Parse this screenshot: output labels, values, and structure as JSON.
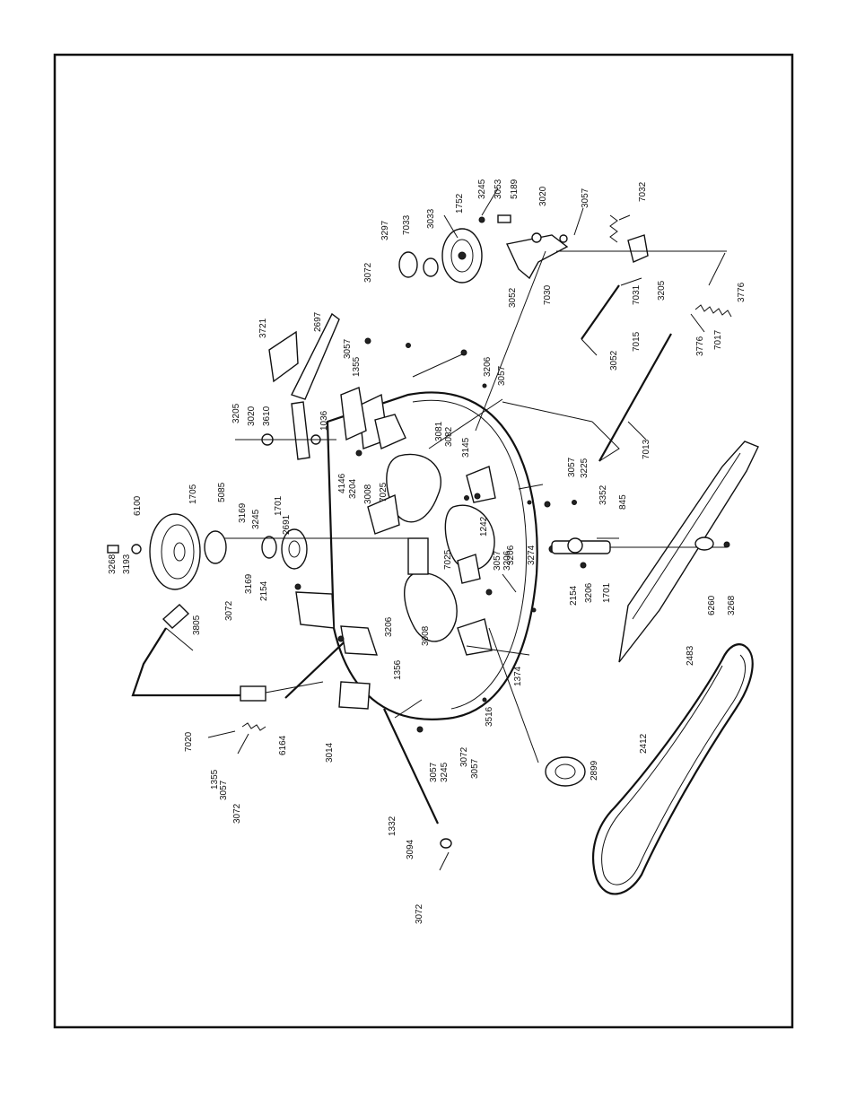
{
  "diagram": {
    "callouts": [
      {
        "id": "c_7032",
        "text": "7032"
      },
      {
        "id": "c_3057a",
        "text": "3057"
      },
      {
        "id": "c_3020",
        "text": "3020"
      },
      {
        "id": "c_5189",
        "text": "5189"
      },
      {
        "id": "c_3053",
        "text": "3053"
      },
      {
        "id": "c_3245a",
        "text": "3245"
      },
      {
        "id": "c_1752",
        "text": "1752"
      },
      {
        "id": "c_3033",
        "text": "3033"
      },
      {
        "id": "c_7033",
        "text": "7033"
      },
      {
        "id": "c_3297",
        "text": "3297"
      },
      {
        "id": "c_3072a",
        "text": "3072"
      },
      {
        "id": "c_3052a",
        "text": "3052"
      },
      {
        "id": "c_7030",
        "text": "7030"
      },
      {
        "id": "c_7031",
        "text": "7031"
      },
      {
        "id": "c_3205a",
        "text": "3205"
      },
      {
        "id": "c_3776a",
        "text": "3776"
      },
      {
        "id": "c_7017",
        "text": "7017"
      },
      {
        "id": "c_3776b",
        "text": "3776"
      },
      {
        "id": "c_7015",
        "text": "7015"
      },
      {
        "id": "c_3052b",
        "text": "3052"
      },
      {
        "id": "c_7013",
        "text": "7013"
      },
      {
        "id": "c_2697",
        "text": "2697"
      },
      {
        "id": "c_3721",
        "text": "3721"
      },
      {
        "id": "c_3057b",
        "text": "3057"
      },
      {
        "id": "c_1355a",
        "text": "1355"
      },
      {
        "id": "c_3206a",
        "text": "3206"
      },
      {
        "id": "c_3057c",
        "text": "3057"
      },
      {
        "id": "c_3205b",
        "text": "3205"
      },
      {
        "id": "c_3020b",
        "text": "3020"
      },
      {
        "id": "c_3610",
        "text": "3610"
      },
      {
        "id": "c_1036",
        "text": "1036"
      },
      {
        "id": "c_3081",
        "text": "3081"
      },
      {
        "id": "c_3082",
        "text": "3082"
      },
      {
        "id": "c_3145",
        "text": "3145"
      },
      {
        "id": "c_3057d",
        "text": "3057"
      },
      {
        "id": "c_3225",
        "text": "3225"
      },
      {
        "id": "c_3352",
        "text": "3352"
      },
      {
        "id": "c_845",
        "text": "845"
      },
      {
        "id": "c_6100",
        "text": "6100"
      },
      {
        "id": "c_1705",
        "text": "1705"
      },
      {
        "id": "c_5085",
        "text": "5085"
      },
      {
        "id": "c_3169a",
        "text": "3169"
      },
      {
        "id": "c_3245b",
        "text": "3245"
      },
      {
        "id": "c_1701a",
        "text": "1701"
      },
      {
        "id": "c_2691",
        "text": "2691"
      },
      {
        "id": "c_4146",
        "text": "4146"
      },
      {
        "id": "c_3204",
        "text": "3204"
      },
      {
        "id": "c_3008a",
        "text": "3008"
      },
      {
        "id": "c_7025a",
        "text": "7025"
      },
      {
        "id": "c_1242",
        "text": "1242"
      },
      {
        "id": "c_3206b",
        "text": "3206"
      },
      {
        "id": "c_3274",
        "text": "3274"
      },
      {
        "id": "c_7025b",
        "text": "7025"
      },
      {
        "id": "c_3057e",
        "text": "3057"
      },
      {
        "id": "c_3206c",
        "text": "3206"
      },
      {
        "id": "c_2154a",
        "text": "2154"
      },
      {
        "id": "c_3206d",
        "text": "3206"
      },
      {
        "id": "c_1701b",
        "text": "1701"
      },
      {
        "id": "c_3268a",
        "text": "3268"
      },
      {
        "id": "c_3193",
        "text": "3193"
      },
      {
        "id": "c_3169b",
        "text": "3169"
      },
      {
        "id": "c_2154b",
        "text": "2154"
      },
      {
        "id": "c_3072b",
        "text": "3072"
      },
      {
        "id": "c_3206e",
        "text": "3206"
      },
      {
        "id": "c_3008b",
        "text": "3008"
      },
      {
        "id": "c_3805",
        "text": "3805"
      },
      {
        "id": "c_2483",
        "text": "2483"
      },
      {
        "id": "c_6260",
        "text": "6260"
      },
      {
        "id": "c_3268b",
        "text": "3268"
      },
      {
        "id": "c_1374",
        "text": "1374"
      },
      {
        "id": "c_1356",
        "text": "1356"
      },
      {
        "id": "c_3516",
        "text": "3516"
      },
      {
        "id": "c_2899",
        "text": "2899"
      },
      {
        "id": "c_7020",
        "text": "7020"
      },
      {
        "id": "c_6164",
        "text": "6164"
      },
      {
        "id": "c_3014",
        "text": "3014"
      },
      {
        "id": "c_1355b",
        "text": "1355"
      },
      {
        "id": "c_3057f",
        "text": "3057"
      },
      {
        "id": "c_3072c",
        "text": "3072"
      },
      {
        "id": "c_3057g",
        "text": "3057"
      },
      {
        "id": "c_3245c",
        "text": "3245"
      },
      {
        "id": "c_3072d",
        "text": "3072"
      },
      {
        "id": "c_3057h",
        "text": "3057"
      },
      {
        "id": "c_1332",
        "text": "1332"
      },
      {
        "id": "c_3094",
        "text": "3094"
      },
      {
        "id": "c_3072e",
        "text": "3072"
      },
      {
        "id": "c_2412",
        "text": "2412"
      }
    ]
  }
}
